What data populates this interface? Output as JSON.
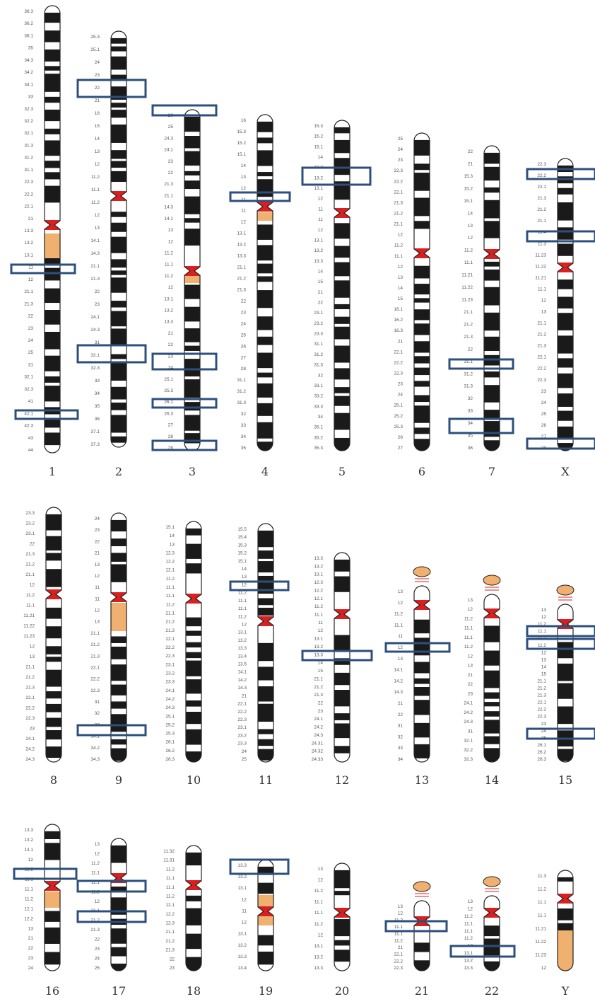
{
  "palette": {
    "band_dark": "#1a1a1a",
    "band_light": "#ffffff",
    "centromere": "#d92020",
    "heterochromatin": "#f0b070",
    "outline": "#222222",
    "highlight_box": "#2c4f7c"
  },
  "chromosomes": [
    {
      "id": "1",
      "label": "1",
      "bands": [
        "36.3",
        "36.2",
        "36.1",
        "35",
        "34.3",
        "34.2",
        "34.1",
        "33",
        "32.3",
        "32.2",
        "32.1",
        "31.3",
        "31.2",
        "31.1",
        "22.3",
        "22.2",
        "22.1",
        "21",
        "13.3",
        "13.2",
        "13.1",
        "11",
        "12",
        "21.1",
        "21.3",
        "22",
        "23",
        "24",
        "25",
        "31",
        "32.1",
        "32.3",
        "41",
        "42.1",
        "42.3",
        "43",
        "44"
      ]
    },
    {
      "id": "2",
      "label": "2",
      "bands": [
        "25.3",
        "25.1",
        "24",
        "23",
        "22",
        "21",
        "16",
        "15",
        "14",
        "13",
        "12",
        "11.2",
        "11.1",
        "11.2",
        "12",
        "13",
        "14.1",
        "14.3",
        "21.1",
        "21.3",
        "22",
        "23",
        "24.1",
        "24.3",
        "31",
        "32.1",
        "32.3",
        "33",
        "34",
        "35",
        "36",
        "37.1",
        "37.3"
      ]
    },
    {
      "id": "3",
      "label": "3",
      "bands": [
        "26",
        "25",
        "24.3",
        "24.1",
        "23",
        "22",
        "21.3",
        "21.1",
        "14.3",
        "14.1",
        "13",
        "12",
        "11.2",
        "11.1",
        "11.2",
        "12",
        "13.1",
        "13.2",
        "13.3",
        "21",
        "22",
        "23",
        "24",
        "25.1",
        "25.3",
        "26.1",
        "26.3",
        "27",
        "28",
        "29"
      ]
    },
    {
      "id": "4",
      "label": "4",
      "bands": [
        "16",
        "15.3",
        "15.2",
        "15.1",
        "14",
        "13",
        "12",
        "11",
        "11",
        "12",
        "13.1",
        "13.2",
        "13.3",
        "21.1",
        "21.2",
        "21.3",
        "22",
        "23",
        "24",
        "25",
        "26",
        "27",
        "28",
        "31.1",
        "31.2",
        "31.3",
        "32",
        "33",
        "34",
        "35"
      ]
    },
    {
      "id": "5",
      "label": "5",
      "bands": [
        "15.3",
        "15.2",
        "15.1",
        "14",
        "13.3",
        "13.2",
        "13.1",
        "12",
        "11",
        "11",
        "12",
        "13.1",
        "13.2",
        "13.3",
        "14",
        "15",
        "21",
        "22",
        "23.1",
        "23.2",
        "23.3",
        "31.1",
        "31.2",
        "31.3",
        "32",
        "33.1",
        "33.2",
        "33.3",
        "34",
        "35.1",
        "35.2",
        "35.3"
      ]
    },
    {
      "id": "6",
      "label": "6",
      "bands": [
        "25",
        "24",
        "23",
        "22.3",
        "22.2",
        "22.1",
        "21.3",
        "21.2",
        "21.1",
        "12",
        "11.2",
        "11.1",
        "12",
        "13",
        "14",
        "15",
        "16.1",
        "16.2",
        "16.3",
        "21",
        "22.1",
        "22.2",
        "22.3",
        "23",
        "24",
        "25.1",
        "25.2",
        "25.3",
        "26",
        "27"
      ]
    },
    {
      "id": "7",
      "label": "7",
      "bands": [
        "22",
        "21",
        "15.3",
        "15.2",
        "15.1",
        "14",
        "13",
        "12",
        "11.2",
        "11.1",
        "11.21",
        "11.22",
        "11.23",
        "21.1",
        "21.2",
        "21.3",
        "22",
        "31.1",
        "31.2",
        "31.3",
        "32",
        "33",
        "34",
        "35",
        "36"
      ]
    },
    {
      "id": "X",
      "label": "X",
      "bands": [
        "22.3",
        "22.2",
        "22.1",
        "21.3",
        "21.2",
        "21.1",
        "11.4",
        "11.3",
        "11.23",
        "11.22",
        "11.21",
        "11.1",
        "12",
        "13",
        "21.1",
        "21.2",
        "21.3",
        "22.1",
        "22.2",
        "22.3",
        "23",
        "24",
        "25",
        "26",
        "27",
        "28"
      ]
    },
    {
      "id": "8",
      "label": "8",
      "bands": [
        "23.3",
        "23.2",
        "23.1",
        "22",
        "21.3",
        "21.2",
        "21.1",
        "12",
        "11.2",
        "11.1",
        "11.21",
        "11.22",
        "11.23",
        "12",
        "13",
        "21.1",
        "21.2",
        "21.3",
        "22.1",
        "22.2",
        "22.3",
        "23",
        "24.1",
        "24.2",
        "24.3"
      ]
    },
    {
      "id": "9",
      "label": "9",
      "bands": [
        "24",
        "23",
        "22",
        "21",
        "13",
        "12",
        "11",
        "11",
        "12",
        "13",
        "21.1",
        "21.2",
        "21.3",
        "22.1",
        "22.2",
        "22.3",
        "31",
        "32",
        "33",
        "34.1",
        "34.2",
        "34.3"
      ]
    },
    {
      "id": "10",
      "label": "10",
      "bands": [
        "15.1",
        "14",
        "13",
        "12.3",
        "12.2",
        "12.1",
        "11.2",
        "11.1",
        "11.1",
        "11.2",
        "21.1",
        "21.2",
        "21.3",
        "22.1",
        "22.2",
        "22.3",
        "23.1",
        "23.2",
        "23.3",
        "24.1",
        "24.2",
        "24.3",
        "25.1",
        "25.2",
        "25.3",
        "26.1",
        "26.2",
        "26.3"
      ]
    },
    {
      "id": "11",
      "label": "11",
      "bands": [
        "15.5",
        "15.4",
        "15.3",
        "15.2",
        "15.1",
        "14",
        "13",
        "12",
        "11.2",
        "11.1",
        "11.1",
        "11.2",
        "12",
        "13.1",
        "13.2",
        "13.3",
        "13.4",
        "13.5",
        "14.1",
        "14.2",
        "14.3",
        "21",
        "22.1",
        "22.2",
        "22.3",
        "23.1",
        "23.2",
        "23.3",
        "24",
        "25"
      ]
    },
    {
      "id": "12",
      "label": "12",
      "bands": [
        "13.3",
        "13.2",
        "13.1",
        "12.3",
        "12.2",
        "12.1",
        "11.2",
        "11.1",
        "11",
        "12",
        "13.1",
        "13.2",
        "13.3",
        "14",
        "15",
        "21.1",
        "21.2",
        "21.3",
        "22",
        "23",
        "24.1",
        "24.2",
        "24.3",
        "24.31",
        "24.32",
        "24.33"
      ]
    },
    {
      "id": "13",
      "label": "13",
      "bands": [
        "13",
        "12",
        "11.2",
        "11.1",
        "11",
        "12",
        "13",
        "14.1",
        "14.2",
        "14.3",
        "21",
        "22",
        "31",
        "32",
        "33",
        "34"
      ]
    },
    {
      "id": "14",
      "label": "14",
      "bands": [
        "13",
        "12",
        "11.2",
        "11.1",
        "11.1",
        "11.2",
        "12",
        "13",
        "21",
        "22",
        "23",
        "24.1",
        "24.2",
        "24.3",
        "31",
        "32.1",
        "32.2",
        "32.3"
      ]
    },
    {
      "id": "15",
      "label": "15",
      "bands": [
        "13",
        "12",
        "11.2",
        "11.1",
        "11.1",
        "11.2",
        "12",
        "13",
        "14",
        "15",
        "21.1",
        "21.2",
        "21.3",
        "22.1",
        "22.2",
        "22.3",
        "23",
        "24",
        "25",
        "26.1",
        "26.2",
        "26.3"
      ]
    },
    {
      "id": "16",
      "label": "16",
      "bands": [
        "13.3",
        "13.2",
        "13.1",
        "12",
        "11.2",
        "11.1",
        "11.1",
        "11.2",
        "12.1",
        "12.2",
        "13",
        "21",
        "22",
        "23",
        "24"
      ]
    },
    {
      "id": "17",
      "label": "17",
      "bands": [
        "13",
        "12",
        "11.2",
        "11.1",
        "11.1",
        "11.2",
        "12",
        "21.1",
        "21.2",
        "21.3",
        "22",
        "23",
        "24",
        "25"
      ]
    },
    {
      "id": "18",
      "label": "18",
      "bands": [
        "11.32",
        "11.31",
        "11.2",
        "11.1",
        "11.1",
        "11.2",
        "12.1",
        "12.2",
        "12.3",
        "21.1",
        "21.2",
        "21.3",
        "22",
        "23"
      ]
    },
    {
      "id": "19",
      "label": "19",
      "bands": [
        "13.3",
        "13.2",
        "13.1",
        "12",
        "11",
        "12",
        "13.1",
        "13.2",
        "13.3",
        "13.4"
      ]
    },
    {
      "id": "20",
      "label": "20",
      "bands": [
        "13",
        "12",
        "11.2",
        "11.1",
        "11.1",
        "11.2",
        "12",
        "13.1",
        "13.2",
        "13.3"
      ]
    },
    {
      "id": "21",
      "label": "21",
      "bands": [
        "13",
        "12",
        "11.2",
        "11.1",
        "11.1",
        "11.2",
        "21",
        "22.1",
        "22.2",
        "22.3"
      ]
    },
    {
      "id": "22",
      "label": "22",
      "bands": [
        "13",
        "12",
        "11.2",
        "11.1",
        "11.1",
        "11.2",
        "12",
        "13.1",
        "13.2",
        "13.3"
      ]
    },
    {
      "id": "Y",
      "label": "Y",
      "bands": [
        "11.3",
        "11.2",
        "11.1",
        "11.1",
        "11.21",
        "11.22",
        "11.23",
        "12"
      ]
    }
  ]
}
